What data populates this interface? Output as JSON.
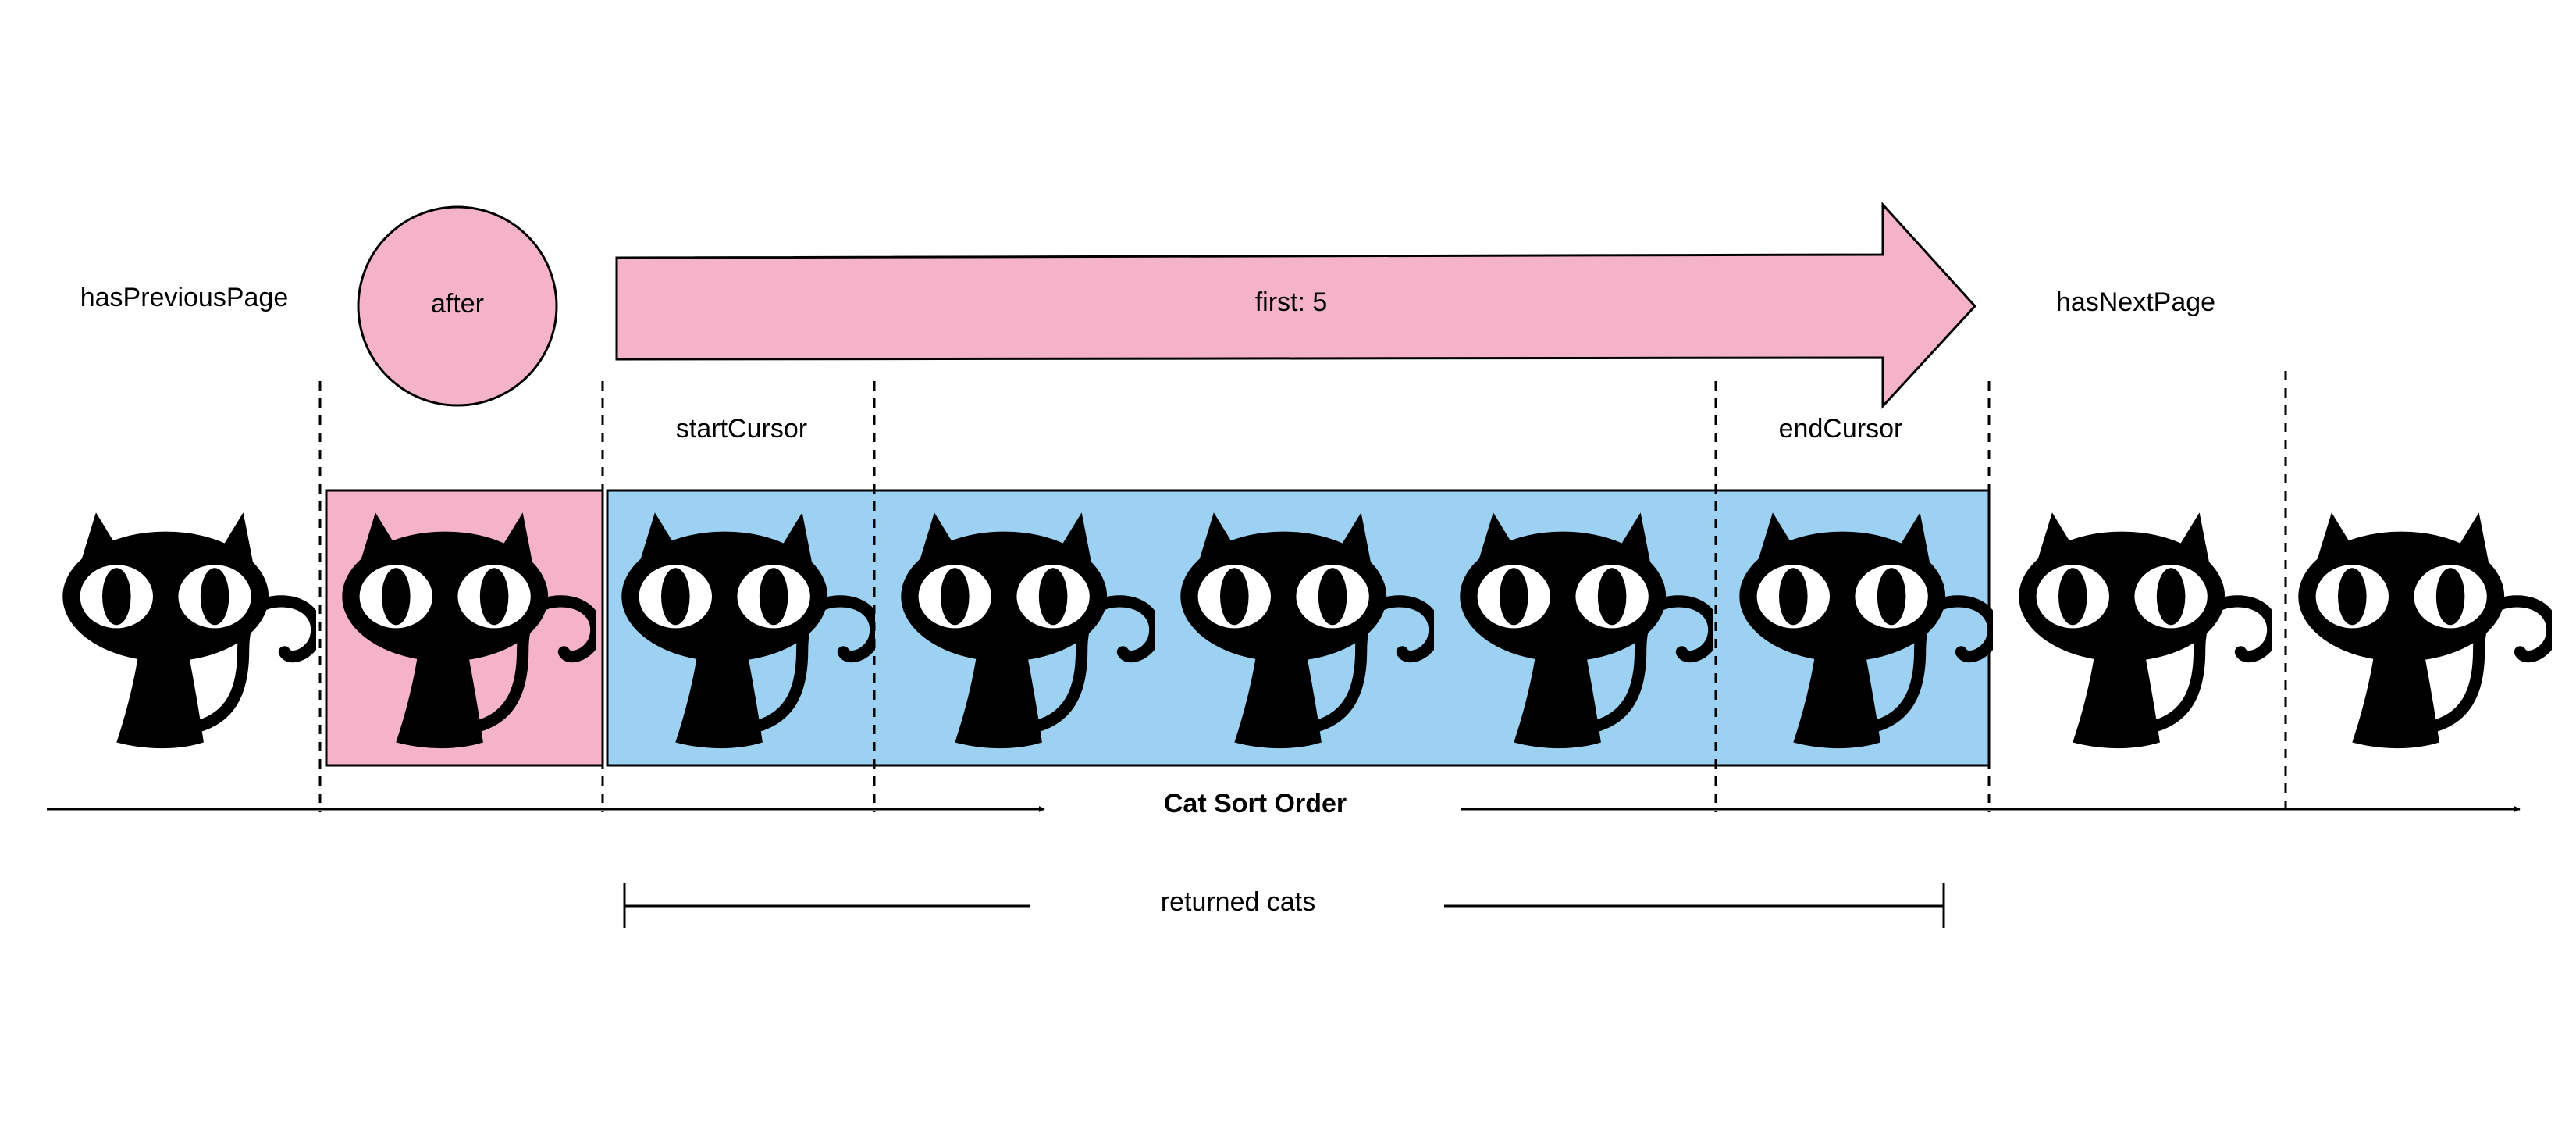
{
  "labels": {
    "has_previous_page": "hasPreviousPage",
    "has_next_page": "hasNextPage",
    "after": "after",
    "first": "first: 5",
    "start_cursor": "startCursor",
    "end_cursor": "endCursor",
    "sort_order": "Cat Sort Order",
    "returned": "returned cats"
  },
  "cats": {
    "total": 9,
    "after_index": 1,
    "returned_start": 2,
    "returned_count": 5
  },
  "colors": {
    "pink": "#f4b3c8",
    "blue": "#9dd1f1",
    "ink": "#000000",
    "eye": "#ffffff"
  },
  "icons": {
    "cat": "cat-icon"
  }
}
